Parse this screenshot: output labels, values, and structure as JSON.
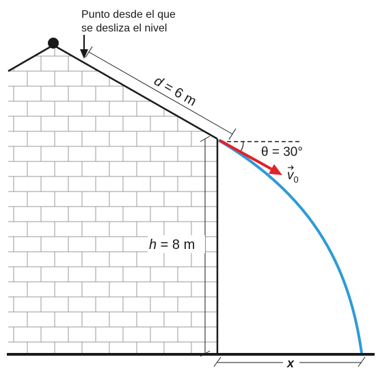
{
  "annotation": {
    "line1": "Punto desde el que",
    "line2": "se desliza el nivel"
  },
  "distance_label": {
    "var": "d",
    "rest": " = 6 m"
  },
  "height_label": {
    "var": "h",
    "rest": " = 8 m"
  },
  "angle_label": "θ = 30°",
  "velocity_label": {
    "var": "v",
    "sub": "0"
  },
  "x_label": "x",
  "colors": {
    "trajectory": "#2e9bd6",
    "velocity_arrow": "#e3202b",
    "lines": "#1a1a1a",
    "bricks": "#9a9a9a"
  }
}
